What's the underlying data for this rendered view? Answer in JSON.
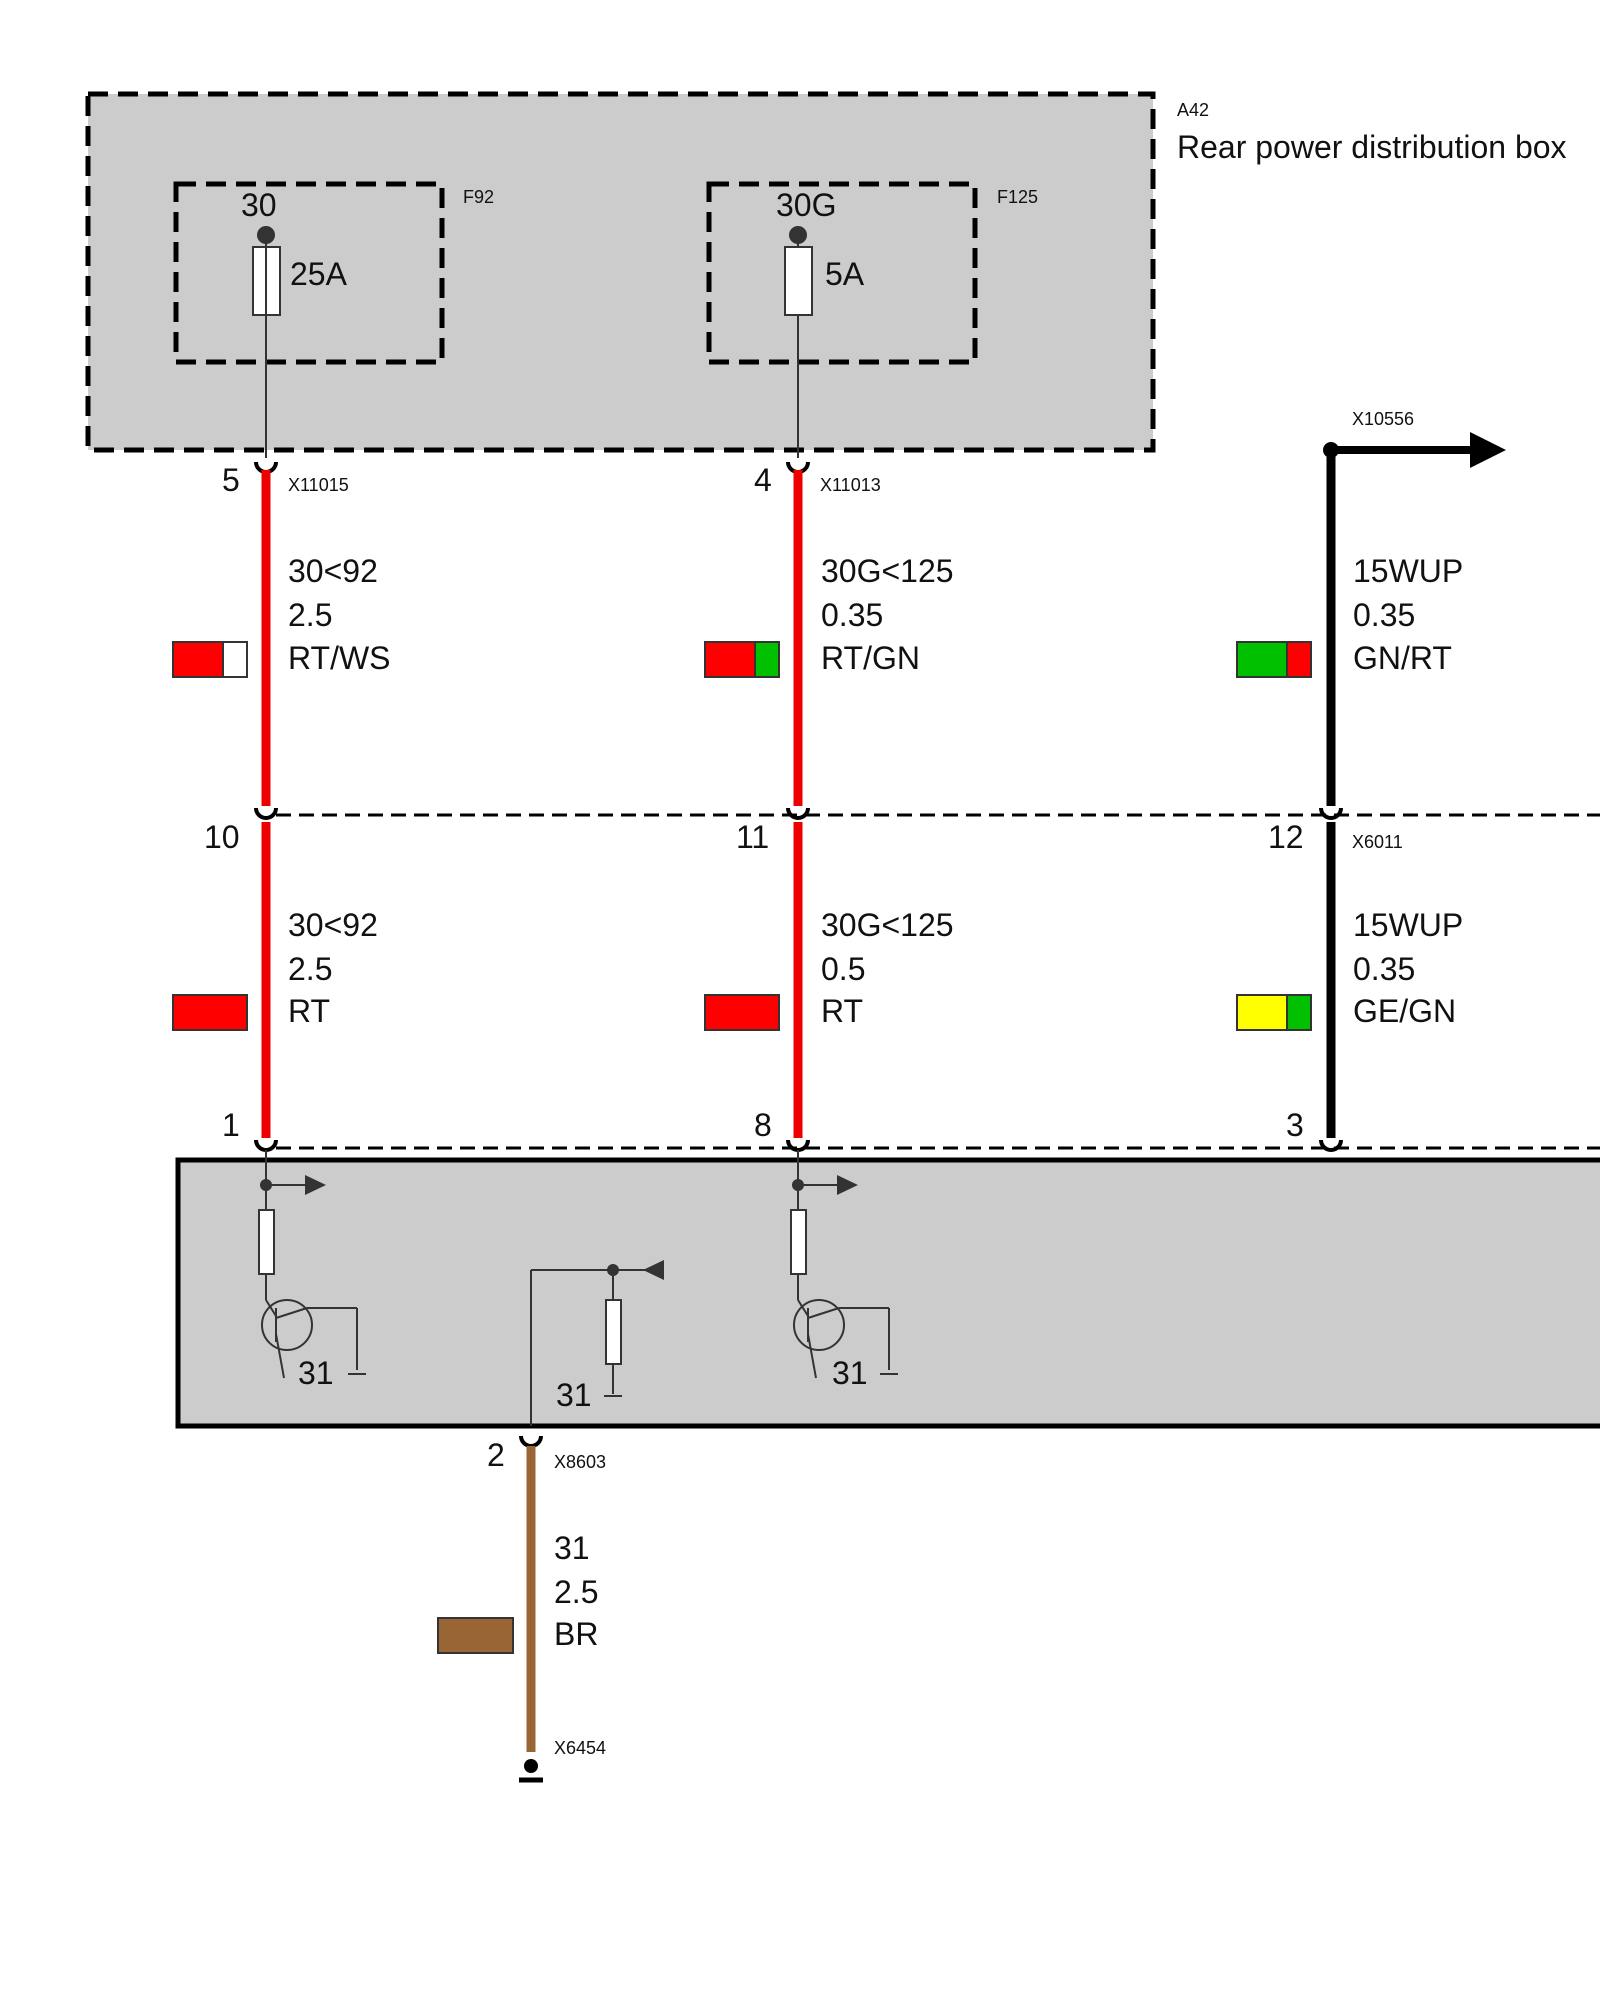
{
  "distribution_box": {
    "id": "A42",
    "name": "Rear power distribution box",
    "fuses": [
      {
        "id": "F92",
        "terminal": "30",
        "rating": "25A"
      },
      {
        "id": "F125",
        "terminal": "30G",
        "rating": "5A"
      }
    ]
  },
  "connectors": {
    "x11015": "X11015",
    "x11013": "X11013",
    "x10556": "X10556",
    "x6011": "X6011",
    "x8603": "X8603",
    "x6454": "X6454"
  },
  "pins": {
    "p5": "5",
    "p4": "4",
    "p10": "10",
    "p11": "11",
    "p12": "12",
    "p1": "1",
    "p8": "8",
    "p3": "3",
    "p2": "2"
  },
  "wires": {
    "w1_upper": {
      "signal": "30<92",
      "gauge": "2.5",
      "color_code": "RT/WS",
      "colors": [
        "#ff0000",
        "#ffffff"
      ]
    },
    "w2_upper": {
      "signal": "30G<125",
      "gauge": "0.35",
      "color_code": "RT/GN",
      "colors": [
        "#ff0000",
        "#00c000"
      ]
    },
    "w3_upper": {
      "signal": "15WUP",
      "gauge": "0.35",
      "color_code": "GN/RT",
      "colors": [
        "#00c000",
        "#ff0000"
      ]
    },
    "w1_lower": {
      "signal": "30<92",
      "gauge": "2.5",
      "color_code": "RT",
      "colors": [
        "#ff0000"
      ]
    },
    "w2_lower": {
      "signal": "30G<125",
      "gauge": "0.5",
      "color_code": "RT",
      "colors": [
        "#ff0000"
      ]
    },
    "w3_lower": {
      "signal": "15WUP",
      "gauge": "0.35",
      "color_code": "GE/GN",
      "colors": [
        "#ffff00",
        "#00c000"
      ]
    },
    "ground": {
      "signal": "31",
      "gauge": "2.5",
      "color_code": "BR",
      "colors": [
        "#9a6535"
      ]
    }
  },
  "ground_labels": {
    "g1": "31",
    "g2": "31",
    "g3": "31"
  },
  "colors": {
    "red_wire": "#ee0000",
    "brown_wire": "#9a6535",
    "black_wire": "#000000",
    "box_fill": "#cccccc"
  }
}
